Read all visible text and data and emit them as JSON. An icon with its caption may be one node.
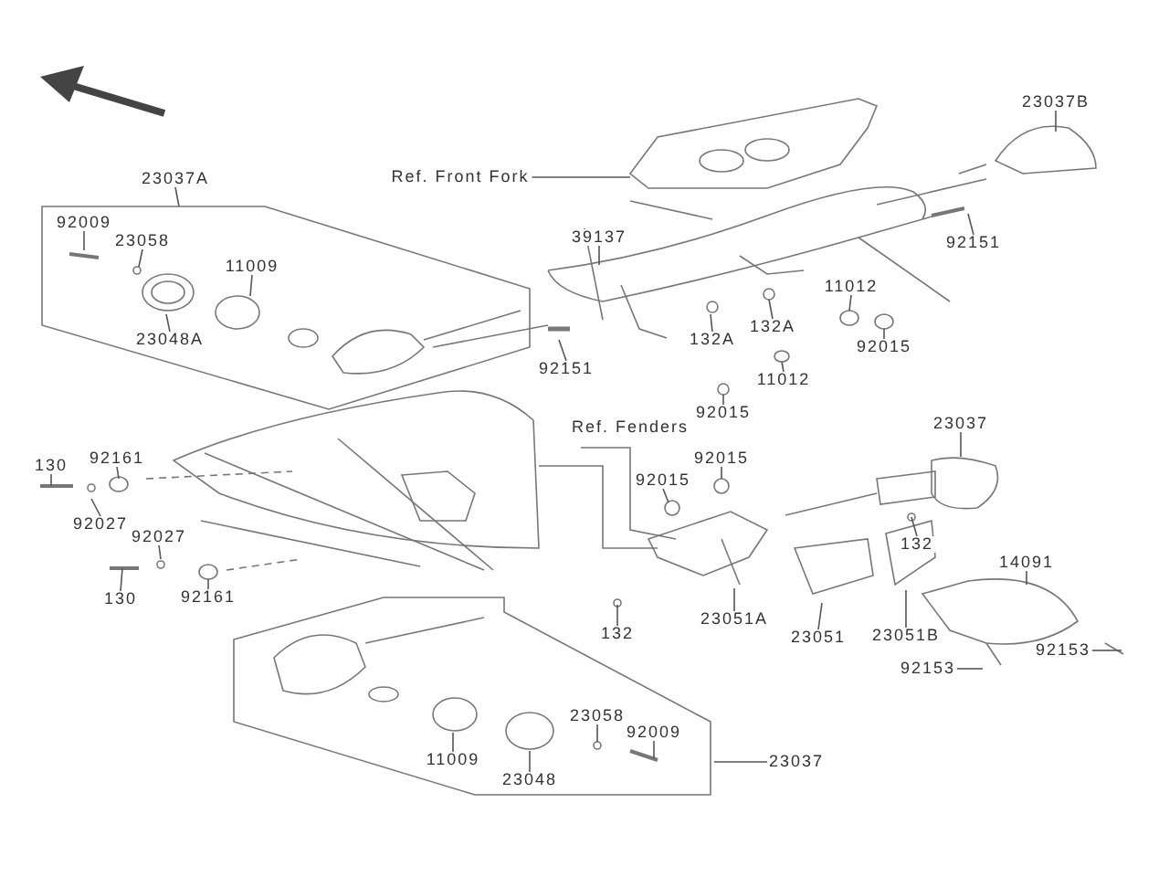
{
  "diagram": {
    "nodes": [
      {
        "text": [
          "23037A"
        ]
      },
      {
        "text": [
          "92009"
        ]
      },
      {
        "text": [
          "23058"
        ]
      },
      {
        "text": [
          "11009"
        ]
      },
      {
        "text": [
          "23048A"
        ]
      },
      {
        "text": [
          "Ref. Front Fork"
        ]
      },
      {
        "text": [
          "23037B"
        ]
      },
      {
        "text": [
          "39137"
        ]
      },
      {
        "text": [
          "92151"
        ]
      },
      {
        "text": [
          "11012"
        ]
      },
      {
        "text": [
          "132A"
        ]
      },
      {
        "text": [
          "132A"
        ]
      },
      {
        "text": [
          "92015"
        ]
      },
      {
        "text": [
          "92151"
        ]
      },
      {
        "text": [
          "11012"
        ]
      },
      {
        "text": [
          "92015"
        ]
      },
      {
        "text": [
          "Ref. Fenders"
        ]
      },
      {
        "text": [
          "23037"
        ]
      },
      {
        "text": [
          "130"
        ]
      },
      {
        "text": [
          "92161"
        ]
      },
      {
        "text": [
          "92027"
        ]
      },
      {
        "text": [
          "92027"
        ]
      },
      {
        "text": [
          "130"
        ]
      },
      {
        "text": [
          "92161"
        ]
      },
      {
        "text": [
          "92015"
        ]
      },
      {
        "text": [
          "92015"
        ]
      },
      {
        "text": [
          "132"
        ]
      },
      {
        "text": [
          "14091"
        ]
      },
      {
        "text": [
          "132"
        ]
      },
      {
        "text": [
          "23051A"
        ]
      },
      {
        "text": [
          "23051"
        ]
      },
      {
        "text": [
          "23051B"
        ]
      },
      {
        "text": [
          "92153"
        ]
      },
      {
        "text": [
          "92153"
        ]
      },
      {
        "text": [
          "23058"
        ]
      },
      {
        "text": [
          "92009"
        ]
      },
      {
        "text": [
          "11009"
        ]
      },
      {
        "text": [
          "23048"
        ]
      },
      {
        "text": [
          "23037"
        ]
      }
    ],
    "edges": [
      {
        "from": 0,
        "to": null,
        "arrow": "none"
      },
      {
        "from": 1,
        "to": null,
        "arrow": "none"
      },
      {
        "from": 2,
        "to": null,
        "arrow": "none"
      },
      {
        "from": 3,
        "to": null,
        "arrow": "none"
      },
      {
        "from": 4,
        "to": null,
        "arrow": "none"
      },
      {
        "from": 5,
        "to": null,
        "arrow": "none"
      },
      {
        "from": 6,
        "to": null,
        "arrow": "none"
      },
      {
        "from": 7,
        "to": null,
        "arrow": "none"
      },
      {
        "from": 8,
        "to": null,
        "arrow": "none"
      },
      {
        "from": 9,
        "to": null,
        "arrow": "none"
      },
      {
        "from": 10,
        "to": null,
        "arrow": "none"
      },
      {
        "from": 11,
        "to": null,
        "arrow": "none"
      },
      {
        "from": 12,
        "to": null,
        "arrow": "none"
      },
      {
        "from": 13,
        "to": null,
        "arrow": "none"
      },
      {
        "from": 14,
        "to": null,
        "arrow": "none"
      },
      {
        "from": 15,
        "to": null,
        "arrow": "none"
      },
      {
        "from": 16,
        "to": null,
        "arrow": "none"
      },
      {
        "from": 17,
        "to": null,
        "arrow": "none"
      },
      {
        "from": 18,
        "to": null,
        "arrow": "none"
      },
      {
        "from": 19,
        "to": null,
        "arrow": "none"
      },
      {
        "from": 20,
        "to": null,
        "arrow": "none"
      },
      {
        "from": 21,
        "to": null,
        "arrow": "none"
      },
      {
        "from": 22,
        "to": null,
        "arrow": "none"
      },
      {
        "from": 23,
        "to": null,
        "arrow": "none"
      },
      {
        "from": 24,
        "to": null,
        "arrow": "none"
      },
      {
        "from": 25,
        "to": null,
        "arrow": "none"
      },
      {
        "from": 26,
        "to": null,
        "arrow": "none"
      },
      {
        "from": 27,
        "to": null,
        "arrow": "none"
      },
      {
        "from": 28,
        "to": null,
        "arrow": "none"
      },
      {
        "from": 29,
        "to": null,
        "arrow": "none"
      },
      {
        "from": 30,
        "to": null,
        "arrow": "none"
      },
      {
        "from": 31,
        "to": null,
        "arrow": "none"
      },
      {
        "from": 32,
        "to": null,
        "arrow": "none"
      },
      {
        "from": 33,
        "to": null,
        "arrow": "none"
      },
      {
        "from": 34,
        "to": null,
        "arrow": "none"
      },
      {
        "from": 35,
        "to": null,
        "arrow": "none"
      },
      {
        "from": 36,
        "to": null,
        "arrow": "none"
      },
      {
        "from": 37,
        "to": null,
        "arrow": "none"
      },
      {
        "from": 38,
        "to": null,
        "arrow": "none"
      }
    ]
  }
}
